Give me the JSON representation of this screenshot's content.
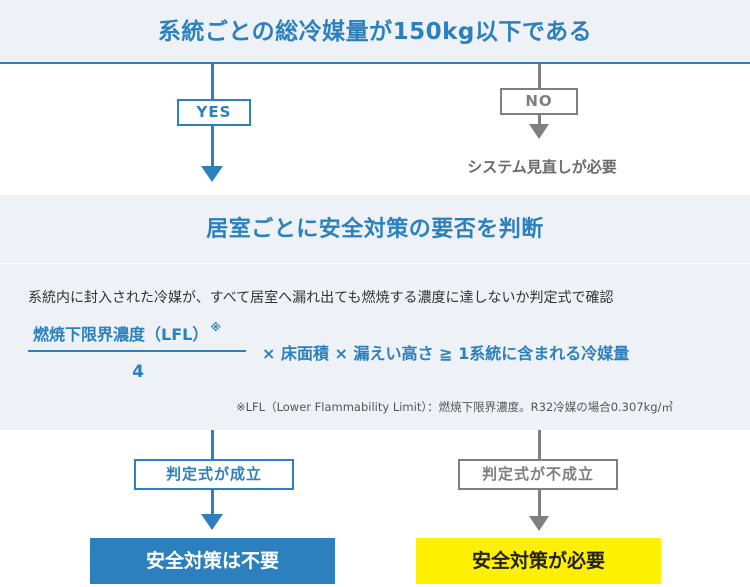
{
  "top_condition": "系統ごとの総冷媒量が150kg以下である",
  "yes_label": "YES",
  "no_label": "NO",
  "no_note": "システム見直しが必要",
  "mid_title": "居室ごとに安全対策の要否を判断",
  "description": "系統内に封入された冷媒が、すべて居室へ漏れ出ても燃焼する濃度に達しないか判定式で確認",
  "formula": {
    "numerator": "燃焼下限界濃度（LFL）",
    "numerator_mark": "※",
    "denominator": "4",
    "rest": "× 床面積 × 漏えい高さ ≧ 1系統に含まれる冷媒量"
  },
  "footnote": "※LFL（Lower Flammability Limit）：燃焼下限界濃度。R32冷媒の場合0.307kg/㎥",
  "pass_label": "判定式が成立",
  "fail_label": "判定式が不成立",
  "result_pass": "安全対策は不要",
  "result_fail": "安全対策が必要",
  "colors": {
    "accent": "#2b80bd",
    "gray": "#7f7f7f",
    "highlight": "#ffef00",
    "band": "#eef1f6"
  }
}
